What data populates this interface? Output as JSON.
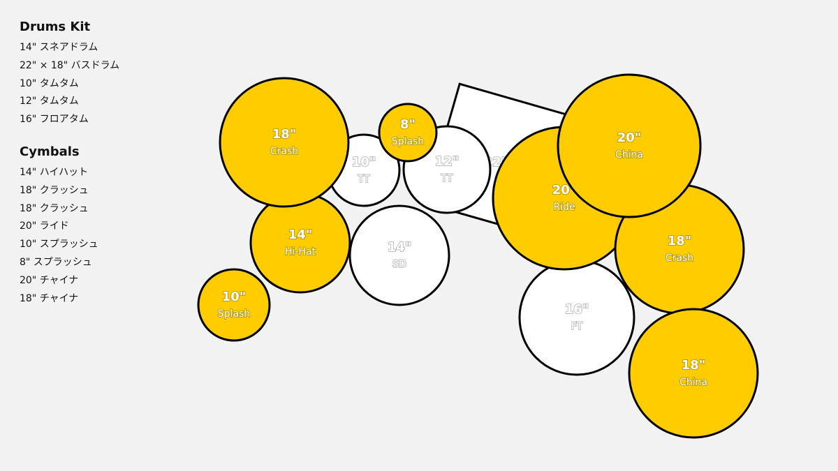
{
  "drums_title": "Drums Kit",
  "drums": [
    "14\" スネアドラム",
    "22\" × 18\" バスドラム",
    "10\" タムタム",
    "12\" タムタム",
    "16\" フロアタム"
  ],
  "cymbals_title": "Cymbals",
  "cymbals": [
    "14\" ハイハット",
    "18\" クラッシュ",
    "18\" クラッシュ",
    "20\" ライド",
    "10\" スプラッシュ",
    "8\" スプラッシュ",
    "20\" チャイナ",
    "18\" チャイナ"
  ],
  "colors": {
    "cymbal_fill": "#ffcc00",
    "drum_fill": "#ffffff",
    "outline": "#000000",
    "background": "#f2f2f2"
  },
  "kit_pieces": [
    {
      "id": "bass-drum",
      "kind": "bass",
      "size": "22\"",
      "name": ""
    },
    {
      "id": "tom-10",
      "kind": "drum",
      "size": "10\"",
      "name": "TT"
    },
    {
      "id": "tom-12",
      "kind": "drum",
      "size": "12\"",
      "name": "TT"
    },
    {
      "id": "snare",
      "kind": "drum",
      "size": "14\"",
      "name": "SD"
    },
    {
      "id": "floor-tom",
      "kind": "drum",
      "size": "16\"",
      "name": "FT"
    },
    {
      "id": "hihat",
      "kind": "cymbal",
      "size": "14\"",
      "name": "Hi-Hat"
    },
    {
      "id": "splash-10",
      "kind": "cymbal",
      "size": "10\"",
      "name": "Splash"
    },
    {
      "id": "crash-left",
      "kind": "cymbal",
      "size": "18\"",
      "name": "Crash"
    },
    {
      "id": "splash-8",
      "kind": "cymbal",
      "size": "8\"",
      "name": "Splash"
    },
    {
      "id": "ride",
      "kind": "cymbal",
      "size": "20\"",
      "name": "Ride"
    },
    {
      "id": "crash-right",
      "kind": "cymbal",
      "size": "18\"",
      "name": "Crash"
    },
    {
      "id": "china-18",
      "kind": "cymbal",
      "size": "18\"",
      "name": "China"
    },
    {
      "id": "china-20",
      "kind": "cymbal",
      "size": "20\"",
      "name": "China"
    }
  ]
}
